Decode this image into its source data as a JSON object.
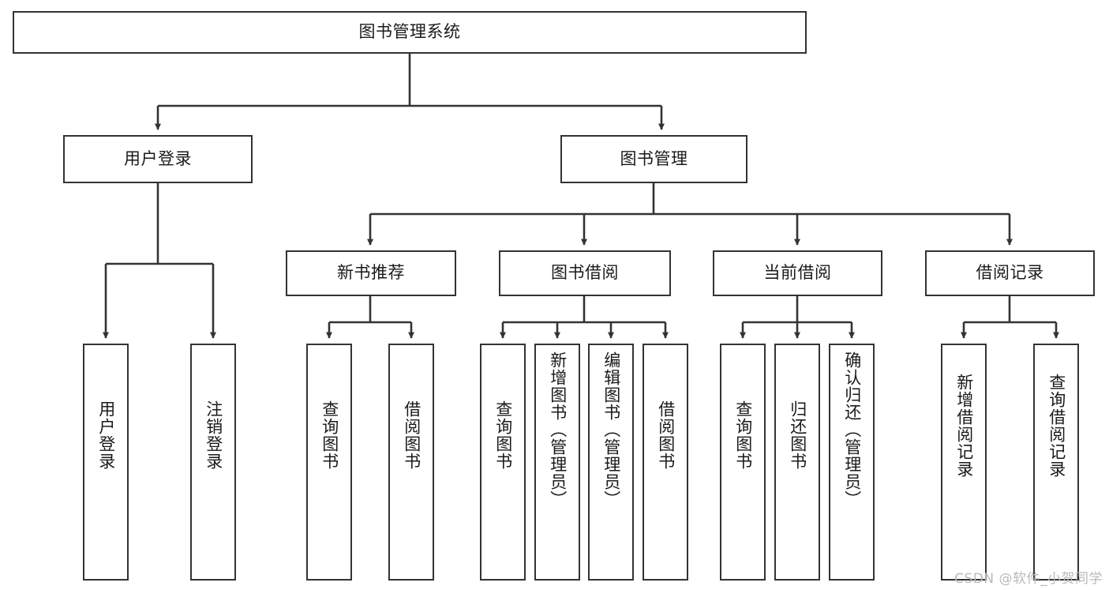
{
  "diagram": {
    "type": "tree-hierarchy",
    "title": "图书管理系统",
    "watermark": "CSDN @软件_小贺同学",
    "colors": {
      "box_border": "#333333",
      "box_fill": "#ffffff",
      "connector": "#333333",
      "text": "#1a1a1a",
      "watermark": "#b9b9b9",
      "background": "#ffffff"
    },
    "root": {
      "label": "图书管理系统",
      "orientation": "horizontal"
    },
    "level2": [
      {
        "label": "用户登录",
        "orientation": "horizontal"
      },
      {
        "label": "图书管理",
        "orientation": "horizontal"
      }
    ],
    "level3": [
      {
        "label": "新书推荐",
        "orientation": "horizontal",
        "parent": "图书管理"
      },
      {
        "label": "图书借阅",
        "orientation": "horizontal",
        "parent": "图书管理"
      },
      {
        "label": "当前借阅",
        "orientation": "horizontal",
        "parent": "图书管理"
      },
      {
        "label": "借阅记录",
        "orientation": "horizontal",
        "parent": "图书管理"
      }
    ],
    "leaves": {
      "user_login": [
        {
          "label": "用户登录",
          "orientation": "vertical"
        },
        {
          "label": "注销登录",
          "orientation": "vertical"
        }
      ],
      "new_book_recommend": [
        {
          "label": "查询图书",
          "orientation": "vertical"
        },
        {
          "label": "借阅图书",
          "orientation": "vertical"
        }
      ],
      "book_borrow": [
        {
          "label": "查询图书",
          "orientation": "vertical"
        },
        {
          "label": "新增图书（管理员）",
          "orientation": "vertical"
        },
        {
          "label": "编辑图书（管理员）",
          "orientation": "vertical"
        },
        {
          "label": "借阅图书",
          "orientation": "vertical"
        }
      ],
      "current_borrow": [
        {
          "label": "查询图书",
          "orientation": "vertical"
        },
        {
          "label": "归还图书",
          "orientation": "vertical"
        },
        {
          "label": "确认归还（管理员）",
          "orientation": "vertical"
        }
      ],
      "borrow_record": [
        {
          "label": "新增借阅记录",
          "orientation": "vertical"
        },
        {
          "label": "查询借阅记录",
          "orientation": "vertical"
        }
      ]
    }
  }
}
